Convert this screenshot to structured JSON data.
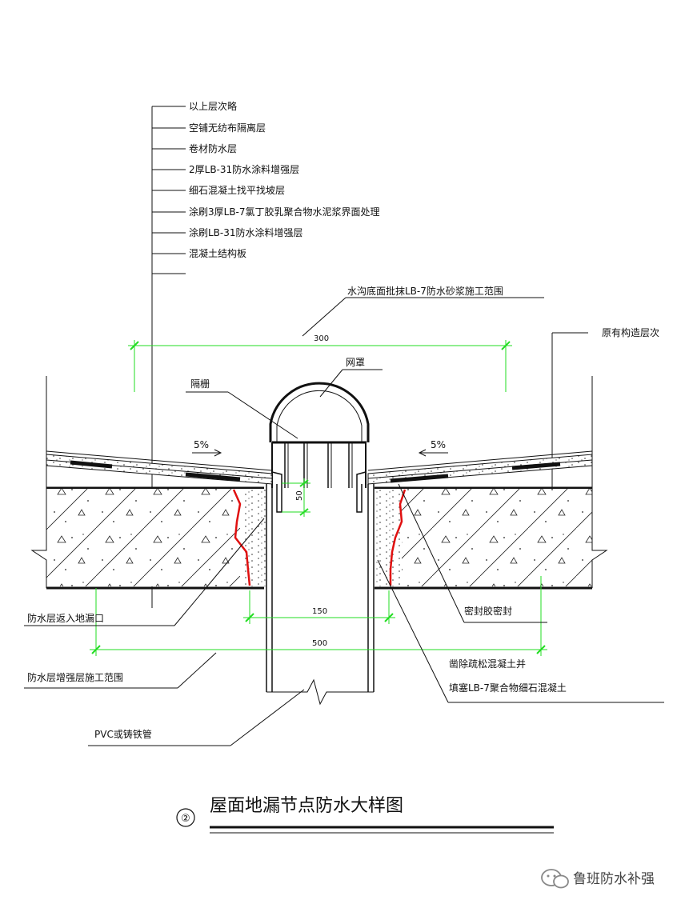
{
  "layers": [
    "以上层次略",
    "空铺无纺布隔离层",
    "卷材防水层",
    "2厚LB-31防水涂料增强层",
    "细石混凝土找平找坡层",
    "涂刷3厚LB-7氯丁胶乳聚合物水泥浆界面处理",
    "涂刷LB-31防水涂料增强层",
    "混凝土结构板"
  ],
  "callouts": {
    "trench": "水沟底面批抹LB-7防水砂浆施工范围",
    "existing": "原有构造层次",
    "mesh_cover": "网罩",
    "grate": "隔栅",
    "slope_left": "5%",
    "slope_right": "5%",
    "turn_in": "防水层返入地漏口",
    "sealant": "密封胶密封",
    "chisel_1": "凿除疏松混凝土并",
    "chisel_2": "填塞LB-7聚合物细石混凝土",
    "reinforce": "防水层增强层施工范围",
    "pipe": "PVC或铸铁管"
  },
  "dims": {
    "top": "300",
    "mid": "150",
    "bottom": "500",
    "small": "50"
  },
  "title": {
    "number": "②",
    "text": "屋面地漏节点防水大样图"
  },
  "watermark": "鲁班防水补强",
  "colors": {
    "line": "#111111",
    "dimension": "#22dd22",
    "crack": "#e01010"
  }
}
